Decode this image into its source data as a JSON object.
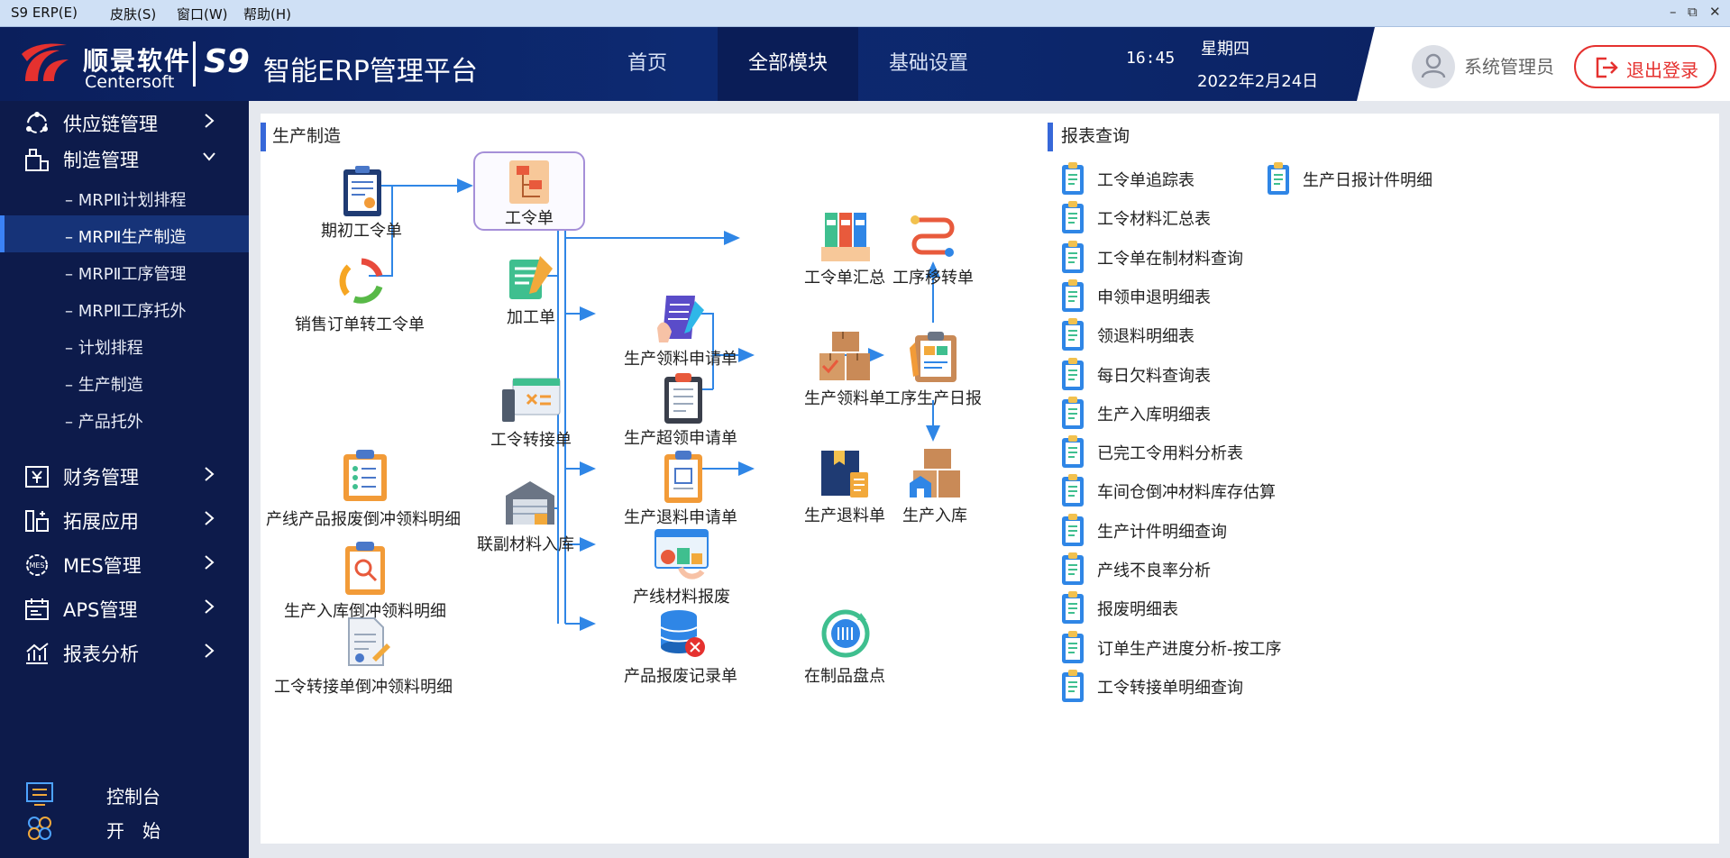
{
  "window": {
    "menu": [
      "S9 ERP(E)",
      "皮肤(S)",
      "窗口(W)",
      "帮助(H)"
    ],
    "controls": [
      "–",
      "⧉",
      "✕"
    ]
  },
  "header": {
    "brand_cn": "顺景软件",
    "brand_en": "Centersoft",
    "product_mark": "S9",
    "platform_name": "智能ERP管理平台",
    "nav": [
      "首页",
      "全部模块",
      "基础设置"
    ],
    "active_nav": "全部模块",
    "time": "16:45",
    "weekday": "星期四",
    "date": "2022年2月24日",
    "user": "系统管理员",
    "logout_label": "退出登录",
    "accent": "#e5312f"
  },
  "sidebar": {
    "groups": [
      {
        "label": "供应链管理",
        "icon": "supply-chain-icon",
        "expanded": false
      },
      {
        "label": "制造管理",
        "icon": "manufacturing-icon",
        "expanded": true
      },
      {
        "label": "财务管理",
        "icon": "finance-icon",
        "expanded": false
      },
      {
        "label": "拓展应用",
        "icon": "extension-icon",
        "expanded": false
      },
      {
        "label": "MES管理",
        "icon": "mes-icon",
        "expanded": false
      },
      {
        "label": "APS管理",
        "icon": "aps-icon",
        "expanded": false
      },
      {
        "label": "报表分析",
        "icon": "report-analysis-icon",
        "expanded": false
      }
    ],
    "sub_items": [
      "– MRPⅡ计划排程",
      "– MRPⅡ生产制造",
      "– MRPⅡ工序管理",
      "– MRPⅡ工序托外",
      "– 计划排程",
      "– 生产制造",
      "– 产品托外"
    ],
    "active_sub": "– MRPⅡ生产制造",
    "bottom": [
      {
        "label": "控制台",
        "icon": "console-icon"
      },
      {
        "label": "开　始",
        "icon": "start-icon"
      }
    ]
  },
  "production": {
    "title": "生产制造",
    "nodes": {
      "initial_work_order": "期初工令单",
      "sales_to_work_order": "销售订单转工令单",
      "work_order": "工令单",
      "processing_order": "加工单",
      "work_order_transfer": "工令转接单",
      "line_scrap_backflush": "产线产品报废倒冲领料明细",
      "byproduct_receipt": "联副材料入库",
      "receipt_backflush": "生产入库倒冲领料明细",
      "transfer_backflush": "工令转接单倒冲领料明细",
      "material_request": "生产领料申请单",
      "over_request": "生产超领申请单",
      "return_request": "生产退料申请单",
      "line_material_scrap": "产线材料报废",
      "scrap_record": "产品报废记录单",
      "work_order_summary": "工令单汇总",
      "material_issue": "生产领料单",
      "material_return": "生产退料单",
      "wip_count": "在制品盘点",
      "process_transfer": "工序移转单",
      "daily_report": "工序生产日报",
      "production_receipt": "生产入库"
    }
  },
  "reports": {
    "title": "报表查询",
    "col1": [
      "工令单追踪表",
      "工令材料汇总表",
      "工令单在制材料查询",
      "申领申退明细表",
      "领退料明细表",
      "每日欠料查询表",
      "生产入库明细表",
      "已完工令用料分析表",
      "车间仓倒冲材料库存估算",
      "生产计件明细查询",
      "产线不良率分析",
      "报废明细表",
      "订单生产进度分析-按工序",
      "工令转接单明细查询"
    ],
    "col2": [
      "生产日报计件明细"
    ]
  },
  "colors": {
    "sidebar_bg": "#0d1b4b",
    "header_bg": "#0b1f5c",
    "flow_arrow": "#2f86e6",
    "section_bar": "#3768d9"
  }
}
